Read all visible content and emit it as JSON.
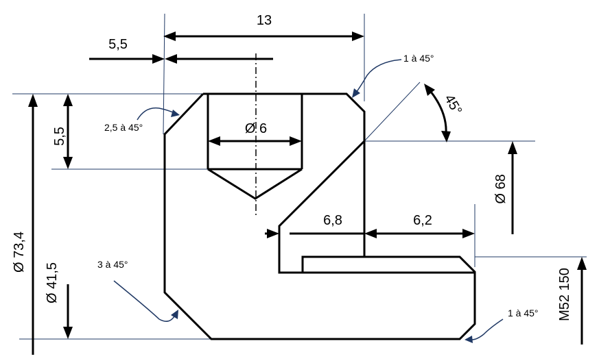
{
  "dimensions": {
    "width_13": "13",
    "offset_5_5": "5,5",
    "depth_5_5": "5,5",
    "bore_dia": "Ø 6",
    "dia_73_4": "Ø 73,4",
    "dia_41_5": "Ø 41,5",
    "dia_68": "Ø 68",
    "groove_6_8": "6,8",
    "length_6_2": "6,2",
    "thread": "M52 150",
    "angle_45": "45°"
  },
  "chamfers": {
    "top_right": "1 à 45°",
    "top_left": "2,5 à 45°",
    "bottom_left": "3 à 45°",
    "bottom_right": "1 à 45°"
  },
  "colors": {
    "outline": "#000000",
    "extension_lines": "#1f3864"
  }
}
